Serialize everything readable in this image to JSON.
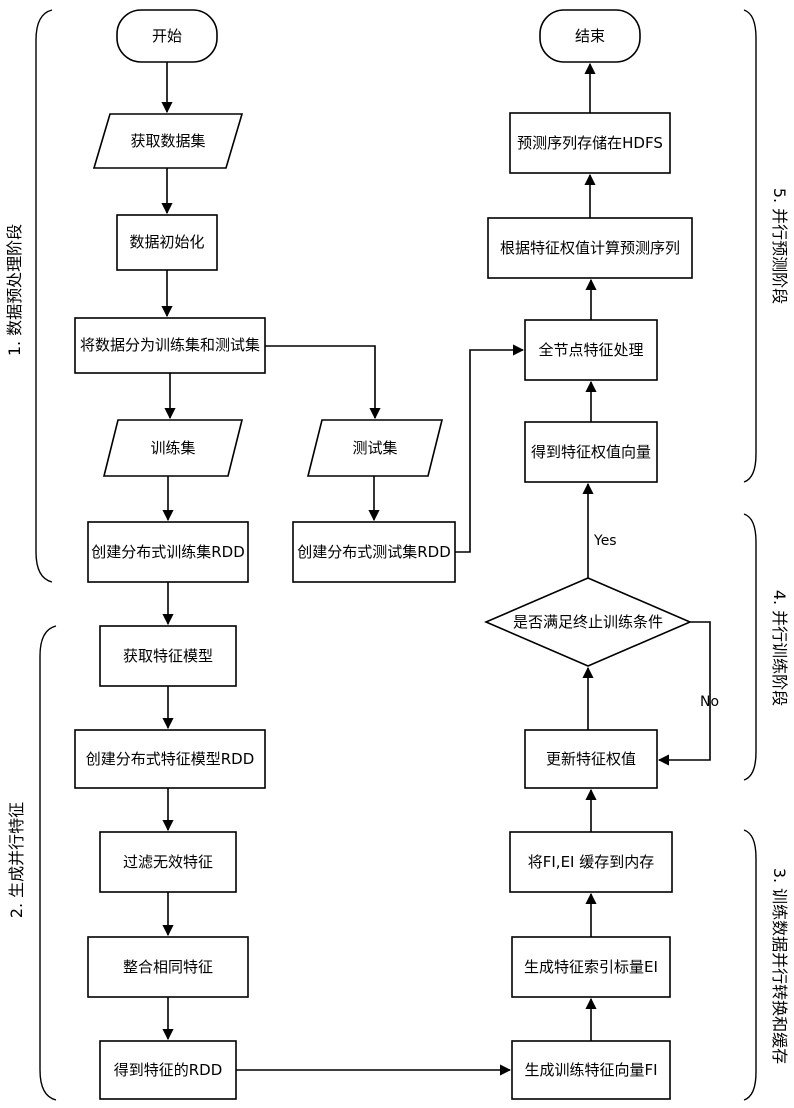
{
  "nodes": {
    "start": "开始",
    "get_dataset": "获取数据集",
    "data_init": "数据初始化",
    "split": "将数据分为训练集和测试集",
    "train_set": "训练集",
    "test_set": "测试集",
    "rdd_train": "创建分布式训练集RDD",
    "rdd_test": "创建分布式测试集RDD",
    "get_feature_model": "获取特征模型",
    "rdd_feature_model": "创建分布式特征模型RDD",
    "filter": "过滤无效特征",
    "merge": "整合相同特征",
    "feature_rdd": "得到特征的RDD",
    "gen_fi": "生成训练特征向量FI",
    "gen_ei": "生成特征索引标量EI",
    "cache": "将FI,EI 缓存到内存",
    "update_weight": "更新特征权值",
    "decision": "是否满足终止训练条件",
    "weight_vector": "得到特征权值向量",
    "all_node": "全节点特征处理",
    "compute_pred": "根据特征权值计算预测序列",
    "store_hdfs": "预测序列存储在HDFS",
    "end": "结束"
  },
  "edge_labels": {
    "yes": "Yes",
    "no": "No"
  },
  "stages": {
    "s1": "1. 数据预处理阶段",
    "s2": "2. 生成并行特征",
    "s3": "3. 训练数据并行转换和缓存",
    "s4": "4. 并行训练阶段",
    "s5": "5. 并行预测阶段"
  }
}
